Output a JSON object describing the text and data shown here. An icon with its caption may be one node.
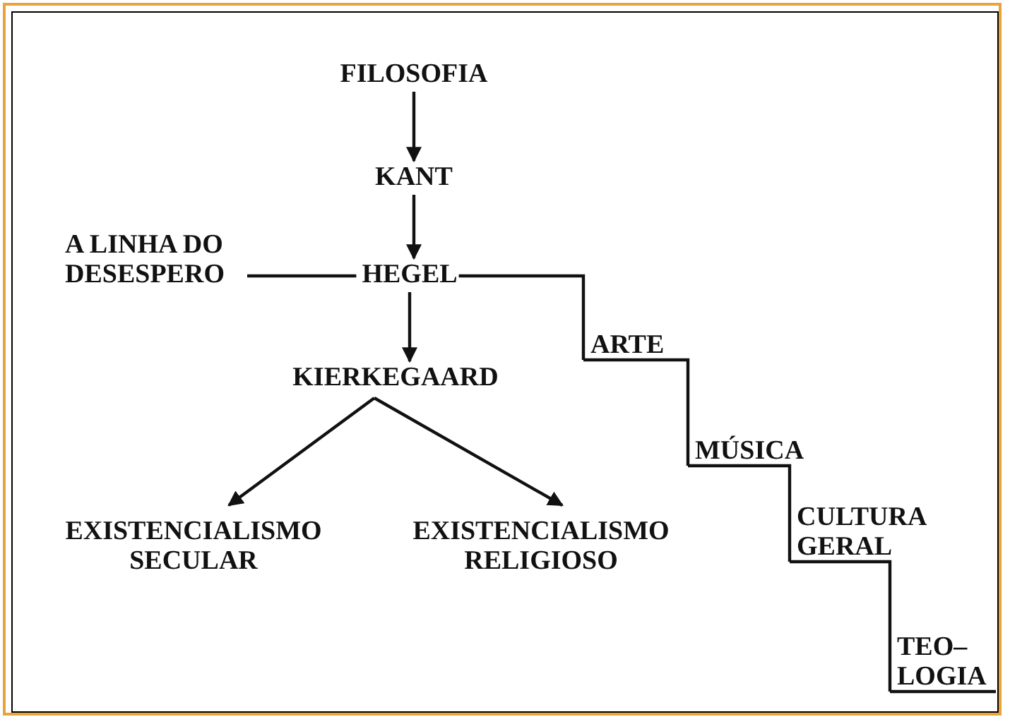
{
  "diagram": {
    "nodes": [
      {
        "text": [
          "FILOSOFIA"
        ]
      },
      {
        "text": [
          "KANT"
        ]
      },
      {
        "text": [
          "A LINHA DO DESESPERO"
        ]
      },
      {
        "text": [
          "HEGEL"
        ]
      },
      {
        "text": [
          "KIERKEGAARD"
        ]
      },
      {
        "text": [
          "EXISTENCIALISMO SECULAR"
        ]
      },
      {
        "text": [
          "EXISTENCIALISMO RELIGIOSO"
        ]
      },
      {
        "text": [
          "ARTE"
        ]
      },
      {
        "text": [
          "MÚSICA"
        ]
      },
      {
        "text": [
          "CULTURA GERAL"
        ]
      },
      {
        "text": [
          "TEO– LOGIA"
        ]
      }
    ],
    "edges": [
      {
        "from": 0,
        "to": 1,
        "arrow": "to"
      },
      {
        "from": 1,
        "to": 3,
        "arrow": "to"
      },
      {
        "from": 2,
        "to": 3,
        "arrow": "none"
      },
      {
        "from": 3,
        "to": 4,
        "arrow": "to"
      },
      {
        "from": 4,
        "to": 5,
        "arrow": "to"
      },
      {
        "from": 4,
        "to": 6,
        "arrow": "to"
      },
      {
        "from": 3,
        "to": 7,
        "arrow": "none"
      },
      {
        "from": 7,
        "to": 8,
        "arrow": "none"
      },
      {
        "from": 8,
        "to": 9,
        "arrow": "none"
      },
      {
        "from": 9,
        "to": 10,
        "arrow": "none"
      },
      {
        "from": 10,
        "to": null,
        "arrow": "none"
      }
    ]
  }
}
